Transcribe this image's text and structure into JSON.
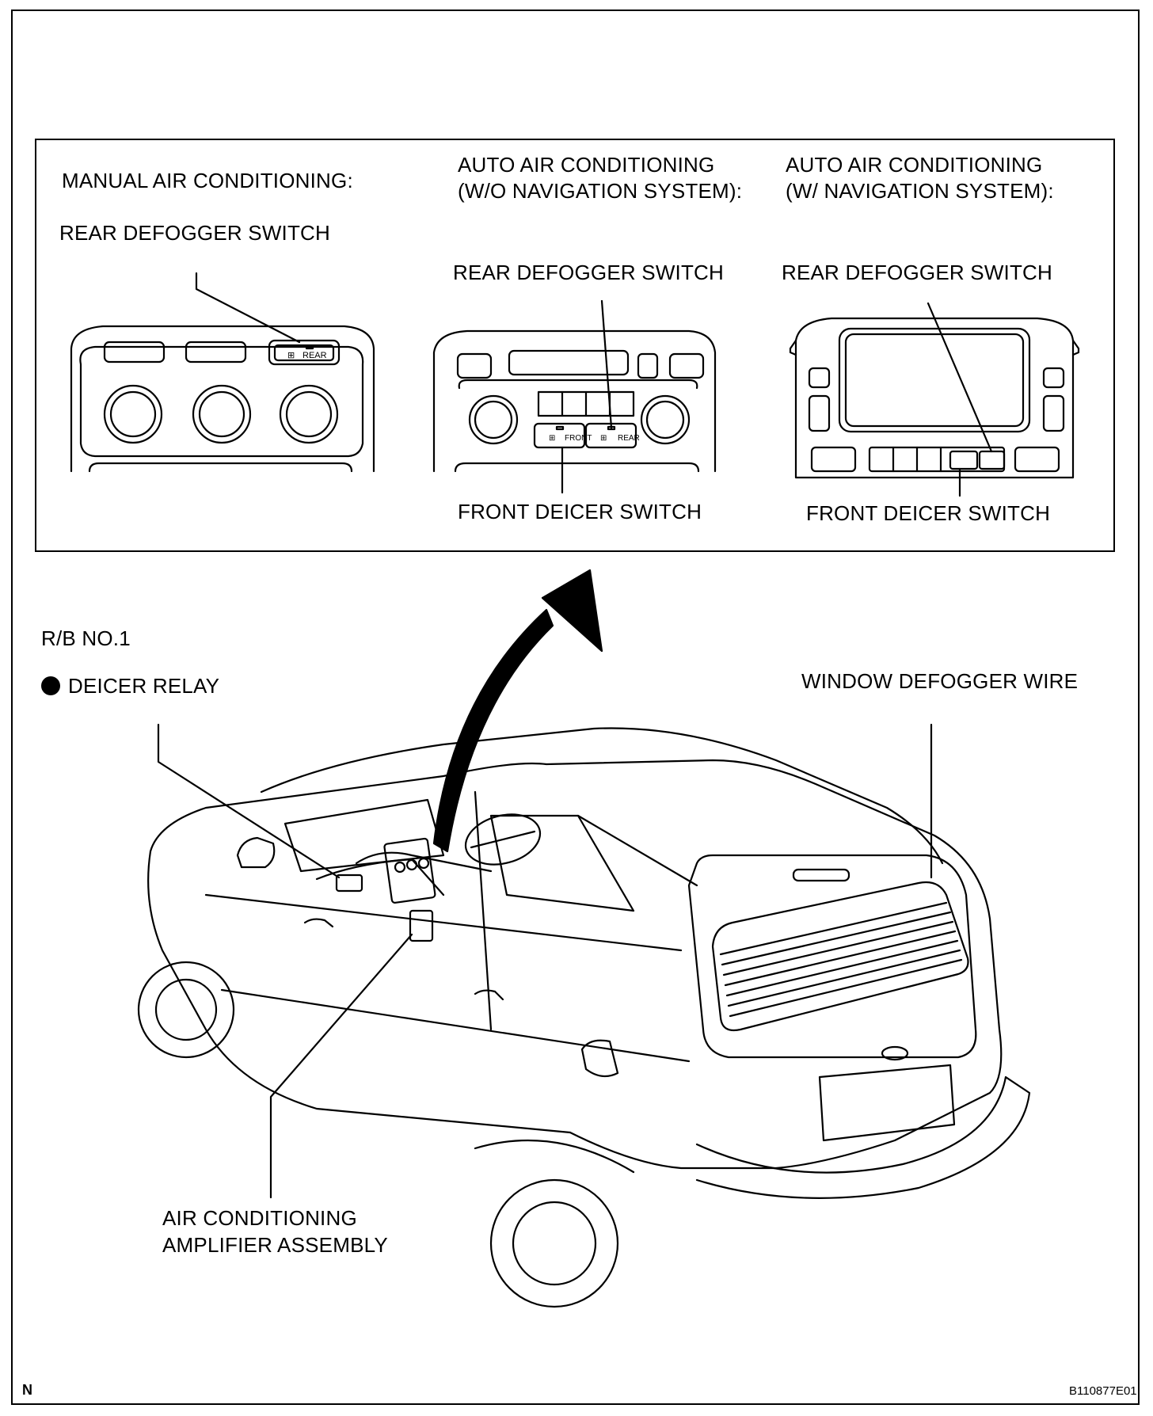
{
  "inset": {
    "manual": {
      "heading": "MANUAL AIR CONDITIONING:",
      "rear_switch_label": "REAR DEFOGGER SWITCH",
      "rear_button_text": "REAR"
    },
    "auto_wo_nav": {
      "heading_line1": "AUTO AIR CONDITIONING",
      "heading_line2": "(W/O NAVIGATION SYSTEM):",
      "rear_switch_label": "REAR DEFOGGER SWITCH",
      "front_switch_label": "FRONT DEICER SWITCH",
      "front_button_text": "FRONT",
      "rear_button_text": "REAR"
    },
    "auto_w_nav": {
      "heading_line1": "AUTO AIR CONDITIONING",
      "heading_line2": "(W/ NAVIGATION SYSTEM):",
      "rear_switch_label": "REAR DEFOGGER SWITCH",
      "front_switch_label": "FRONT DEICER SWITCH"
    }
  },
  "vehicle": {
    "rb_label": "R/B NO.1",
    "deicer_relay_label": "DEICER RELAY",
    "window_defogger_label": "WINDOW DEFOGGER WIRE",
    "amplifier_label_line1": "AIR CONDITIONING",
    "amplifier_label_line2": "AMPLIFIER ASSEMBLY"
  },
  "footer": {
    "corner_mark": "N",
    "figure_code": "B110877E01"
  },
  "colors": {
    "ink": "#000000",
    "paper": "#ffffff"
  }
}
